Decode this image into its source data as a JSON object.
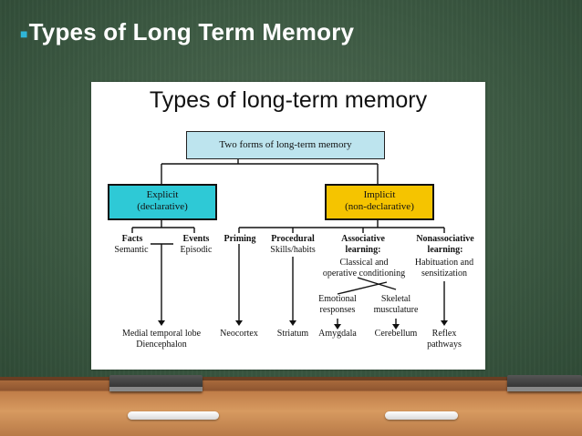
{
  "slide": {
    "title": "Types of Long Term Memory"
  },
  "diagram": {
    "title": "Types of long-term memory",
    "root": "Two forms of long-term memory",
    "explicit": {
      "name": "Explicit",
      "sub": "(declarative)"
    },
    "implicit": {
      "name": "Implicit",
      "sub": "(non-declarative)"
    },
    "facts": {
      "name": "Facts",
      "sub": "Semantic"
    },
    "events": {
      "name": "Events",
      "sub": "Episodic"
    },
    "priming": {
      "name": "Priming"
    },
    "procedural": {
      "name": "Procedural",
      "sub": "Skills/habits"
    },
    "associative": {
      "name": "Associative",
      "name2": "learning:",
      "sub1": "Classical and",
      "sub2": "operative conditioning"
    },
    "nonassociative": {
      "name": "Nonassociative",
      "name2": "learning:",
      "sub1": "Habituation and",
      "sub2": "sensitization"
    },
    "emotional": {
      "line1": "Emotional",
      "line2": "responses"
    },
    "skeletal": {
      "line1": "Skeletal",
      "line2": "musculature"
    },
    "structures": {
      "mtl1": "Medial temporal lobe",
      "mtl2": "Diencephalon",
      "neocortex": "Neocortex",
      "striatum": "Striatum",
      "amygdala": "Amygdala",
      "cerebellum": "Cerebellum",
      "reflex1": "Reflex",
      "reflex2": "pathways"
    },
    "colors": {
      "root_fill": "#bde4ee",
      "explicit_fill": "#2ec9d6",
      "implicit_fill": "#f5c400"
    }
  }
}
